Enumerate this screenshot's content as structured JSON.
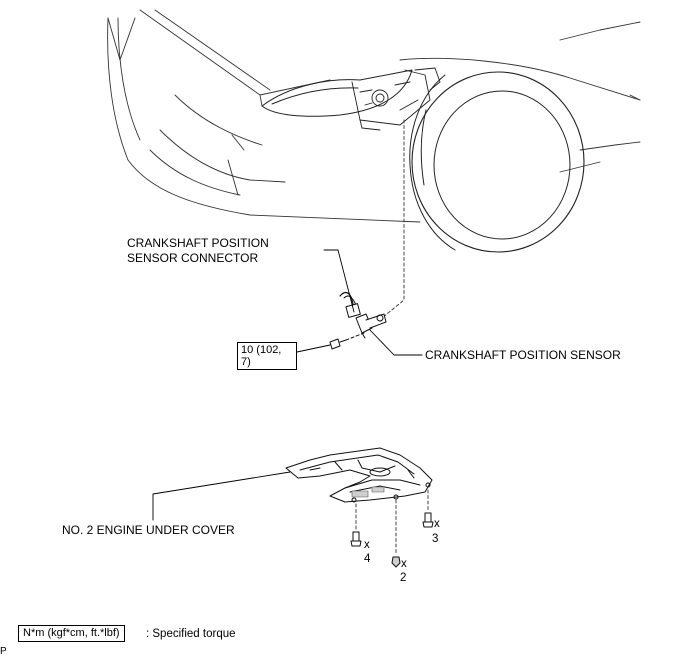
{
  "labels": {
    "connector_line1": "CRANKSHAFT POSITION",
    "connector_line2": "SENSOR CONNECTOR",
    "sensor": "CRANKSHAFT POSITION SENSOR",
    "under_cover": "NO. 2 ENGINE UNDER COVER"
  },
  "torque": {
    "value": "10 (102,\n7)"
  },
  "fasteners": [
    {
      "id": "bolt-a",
      "x_label": "x",
      "count": "4"
    },
    {
      "id": "clip",
      "x_label": "x",
      "count": "2"
    },
    {
      "id": "bolt-b",
      "x_label": "x",
      "count": "3"
    }
  ],
  "legend": {
    "box_text": "N*m (kgf*cm, ft.*lbf)",
    "description": ": Specified torque"
  },
  "corner_mark": "P",
  "colors": {
    "line": "#000000",
    "background": "#ffffff",
    "shade": "#cfcfcf"
  }
}
